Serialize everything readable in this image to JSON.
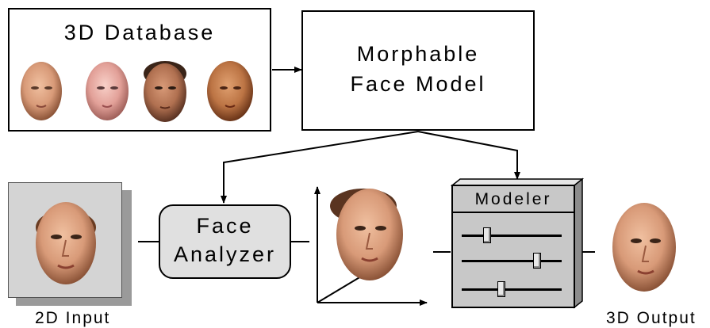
{
  "database": {
    "title": "3D Database"
  },
  "morphable": {
    "line1": "Morphable",
    "line2": "Face Model"
  },
  "analyzer": {
    "line1": "Face",
    "line2": "Analyzer"
  },
  "modeler": {
    "title": "Modeler",
    "sliders": [
      0.25,
      0.75,
      0.4
    ]
  },
  "labels": {
    "input": "2D Input",
    "output": "3D Output"
  },
  "colors": {
    "skin_light": "#d8a080",
    "skin_pink": "#e6a8a0",
    "skin_tan": "#b27050",
    "skin_dark": "#b86a3e",
    "modeler_gray": "#c8c8c8",
    "analyzer_gray": "#e0e0e0"
  }
}
